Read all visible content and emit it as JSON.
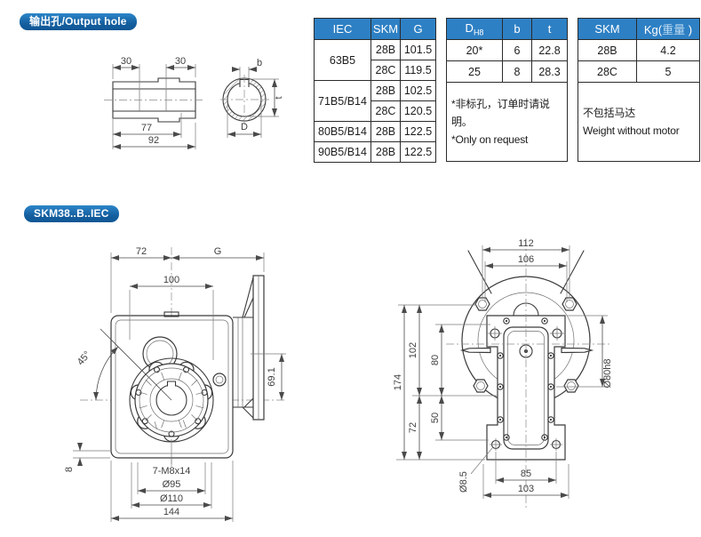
{
  "badges": {
    "output_hole": "输出孔/Output hole",
    "model": "SKM38..B..IEC"
  },
  "colors": {
    "accent_blue": "#1668ad",
    "table_header_blue": "#2e80c4",
    "line": "#3a3a3a"
  },
  "tables": {
    "iec": {
      "headers": [
        "IEC",
        "SKM",
        "G"
      ],
      "rows": [
        [
          "63B5",
          "28B",
          "101.5"
        ],
        [
          "28C",
          "119.5"
        ],
        [
          "71B5/B14",
          "28B",
          "102.5"
        ],
        [
          "28C",
          "120.5"
        ],
        [
          "80B5/B14",
          "28B",
          "122.5"
        ],
        [
          "90B5/B14",
          "28B",
          "122.5"
        ]
      ]
    },
    "bore": {
      "header_d": "D",
      "header_d_sub": "H8",
      "headers_bt": [
        "b",
        "t"
      ],
      "rows": [
        [
          "20*",
          "6",
          "22.8"
        ],
        [
          "25",
          "8",
          "28.3"
        ]
      ],
      "note_cn": "*非标孔，订单时请说明。",
      "note_en": "*Only on request"
    },
    "weight": {
      "header_skm": "SKM",
      "kg_prefix": "Kg(",
      "kg_cn": "重量",
      "kg_suffix": " )",
      "rows": [
        [
          "28B",
          "4.2"
        ],
        [
          "28C",
          "5"
        ]
      ],
      "note_cn": "不包括马达",
      "note_en": "Weight without motor"
    }
  },
  "drawings": {
    "output_hole": {
      "dim_30_left": "30",
      "dim_30_right": "30",
      "dim_77": "77",
      "dim_92": "92",
      "dim_b": "b",
      "dim_t": "t",
      "dim_d": "D"
    },
    "front": {
      "dim_72": "72",
      "dim_g": "G",
      "dim_100": "100",
      "dim_45": "45°",
      "dim_69": "69.1",
      "dim_8": "8",
      "dim_bolts": "7-M8x14",
      "dim_95": "Ø95",
      "dim_110": "Ø110",
      "dim_144": "144"
    },
    "side": {
      "dim_112": "112",
      "dim_106": "106",
      "dim_174": "174",
      "dim_102": "102",
      "dim_80": "80",
      "dim_72": "72",
      "dim_50": "50",
      "dim_8_5": "Ø8.5",
      "dim_80h8": "Ø80h8",
      "dim_85": "85",
      "dim_103": "103"
    }
  }
}
